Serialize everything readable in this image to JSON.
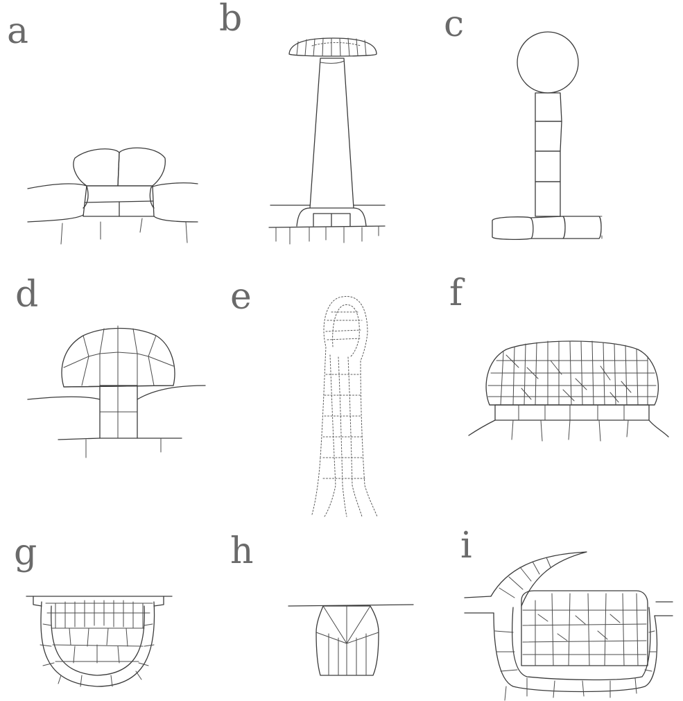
{
  "figure": {
    "panels": [
      {
        "letter": "a"
      },
      {
        "letter": "b"
      },
      {
        "letter": "c"
      },
      {
        "letter": "d"
      },
      {
        "letter": "e"
      },
      {
        "letter": "f"
      },
      {
        "letter": "g"
      },
      {
        "letter": "h"
      },
      {
        "letter": "i"
      }
    ]
  }
}
